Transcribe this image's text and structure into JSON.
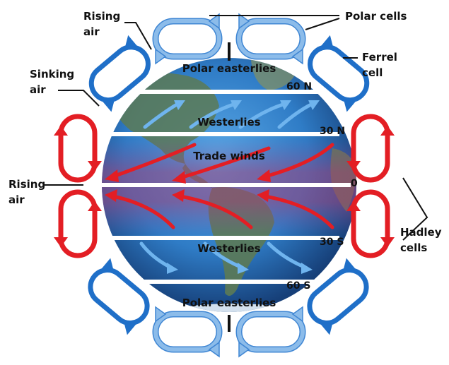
{
  "labels": {
    "rising_air_top_1": "Rising",
    "rising_air_top_2": "air",
    "polar_cells": "Polar cells",
    "ferrel_cell_1": "Ferrel",
    "ferrel_cell_2": "cell",
    "sinking_air_1": "Sinking",
    "sinking_air_2": "air",
    "rising_air_left_1": "Rising",
    "rising_air_left_2": "air",
    "hadley_cells_1": "Hadley",
    "hadley_cells_2": "cells"
  },
  "globe": {
    "polar_easterlies_north": "Polar easterlies",
    "westerlies_north": "Westerlies",
    "trade_winds": "Trade winds",
    "westerlies_south": "Westerlies",
    "polar_easterlies_south": "Polar easterlies"
  },
  "latitudes": {
    "lat_60n": "60 N",
    "lat_30n": "30 N",
    "lat_0": "0",
    "lat_30s": "30 S",
    "lat_60s": "60 S"
  },
  "colors": {
    "polar_cell": "#8cbcea",
    "ferrel_cell": "#1f6fc8",
    "hadley_cell": "#e31e24",
    "trade_wind_arrow": "#e31e24",
    "westerly_arrow": "#6fb4ee",
    "ocean": "#2f7cc6",
    "land": "#5c7a55"
  }
}
